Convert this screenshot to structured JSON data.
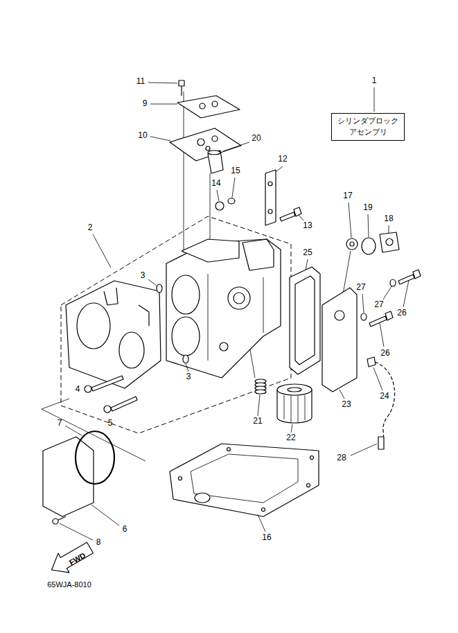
{
  "diagram": {
    "nodes": [
      {
        "text": [
          "シリンダブロック アセンブリ"
        ]
      }
    ],
    "edges": [],
    "labels": [
      "11",
      "9",
      "10",
      "20",
      "12",
      "1",
      "15",
      "14",
      "13",
      "17",
      "19",
      "18",
      "2",
      "3",
      "25",
      "27",
      "27",
      "26",
      "26",
      "3",
      "24",
      "4",
      "5",
      "21",
      "22",
      "23",
      "7",
      "28",
      "6",
      "8",
      "16",
      "FWD",
      "65WJA-8010"
    ]
  }
}
